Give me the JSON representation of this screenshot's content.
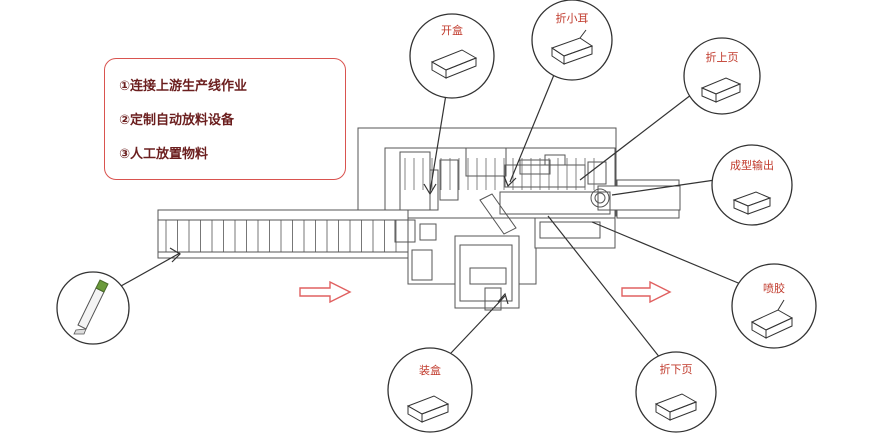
{
  "notes": [
    "①连接上游生产线作业",
    "②定制自动放料设备",
    "③人工放置物料"
  ],
  "callouts": {
    "open_box": "开盒",
    "fold_ear": "折小耳",
    "fold_top": "折上页",
    "output": "成型输出",
    "glue": "喷胶",
    "fold_bottom": "折下页",
    "boxing": "装盒"
  },
  "colors": {
    "line": "#555555",
    "accent": "#d9534f",
    "label": "#c0392b",
    "note_text": "#6b1e1e"
  }
}
